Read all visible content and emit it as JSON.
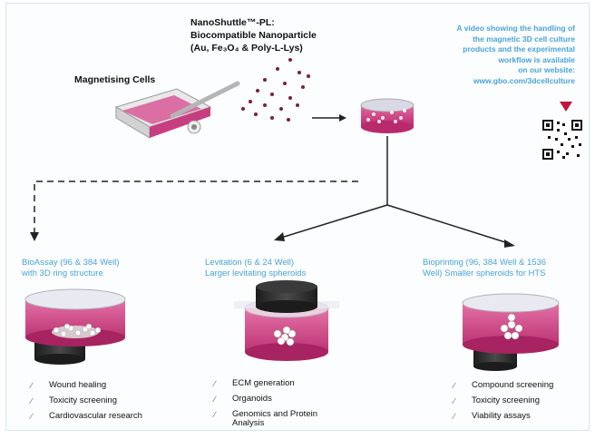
{
  "nanoparticle": {
    "title_lines": [
      "NanoShuttle™-PL:",
      "Biocompatible Nanoparticle",
      "(Au, Fe₃O₄ & Poly-L-Lys)"
    ]
  },
  "magnetising_label": "Magnetising Cells",
  "video_note": {
    "lines": [
      "A video showing the handling of",
      "the magnetic 3D cell culture",
      "products and the experimental",
      "workflow is available",
      "on our website:",
      "www.gbo.com/3dcellculture"
    ]
  },
  "columns": [
    {
      "title_lines": [
        "BioAssay (96 & 384 Well)",
        "with 3D ring structure"
      ],
      "items": [
        "Wound healing",
        "Toxicity screening",
        "Cardiovascular research"
      ]
    },
    {
      "title_lines": [
        "Levitation (6 & 24 Well)",
        "Larger levitating spheroids"
      ],
      "items": [
        "ECM generation",
        "Organoids",
        "Genomics and Protein Analysis"
      ]
    },
    {
      "title_lines": [
        "Bioprinting (96, 384 Well & 1536",
        "Well) Smaller spheroids for HTS"
      ],
      "items": [
        "Compound screening",
        "Toxicity screening",
        "Viability assays"
      ]
    }
  ],
  "colors": {
    "accent_blue": "#4aa3d8",
    "magenta": "#c8357a",
    "dark": "#2a2a2a",
    "marker": "#c0143c"
  },
  "icons": [
    "flask-icon",
    "pipette-icon",
    "petri-dish-icon",
    "qr-code-icon",
    "magnet-icon",
    "check-icon"
  ]
}
